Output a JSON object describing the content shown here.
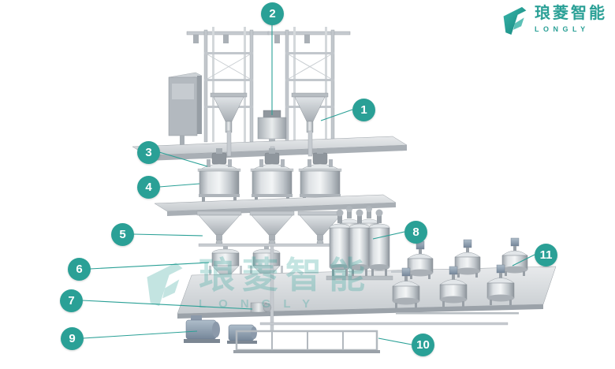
{
  "accent_color": "#2aa096",
  "logo": {
    "mark_icon": "longly-monogram-icon",
    "cn": "琅菱智能",
    "en": "LONGLY"
  },
  "watermark": {
    "mark_icon": "longly-monogram-icon",
    "cn": "琅菱智能",
    "en": "LONGLY"
  },
  "callouts": [
    {
      "label": "1"
    },
    {
      "label": "2"
    },
    {
      "label": "3"
    },
    {
      "label": "4"
    },
    {
      "label": "5"
    },
    {
      "label": "6"
    },
    {
      "label": "7"
    },
    {
      "label": "8"
    },
    {
      "label": "9"
    },
    {
      "label": "10"
    },
    {
      "label": "11"
    }
  ]
}
